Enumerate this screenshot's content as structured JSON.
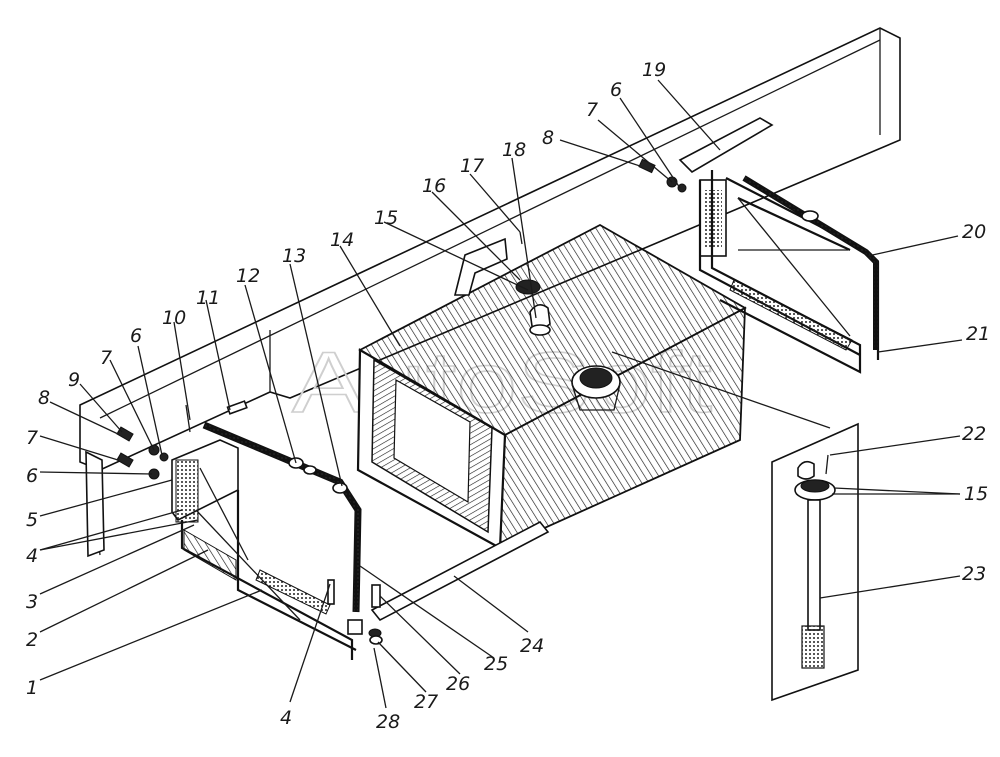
{
  "watermark": "AutoSoft",
  "labels": {
    "l1": "1",
    "l2": "2",
    "l3": "3",
    "l4a": "4",
    "l4b": "4",
    "l5": "5",
    "l6a": "6",
    "l6b": "6",
    "l6c": "6",
    "l7a": "7",
    "l7b": "7",
    "l7c": "7",
    "l8a": "8",
    "l8b": "8",
    "l9": "9",
    "l10": "10",
    "l11": "11",
    "l12": "12",
    "l13": "13",
    "l14": "14",
    "l15a": "15",
    "l15b": "15",
    "l16": "16",
    "l17": "17",
    "l18": "18",
    "l19": "19",
    "l20": "20",
    "l21": "21",
    "l22": "22",
    "l23": "23",
    "l24": "24",
    "l25": "25",
    "l26": "26",
    "l27": "27",
    "l28": "28"
  }
}
